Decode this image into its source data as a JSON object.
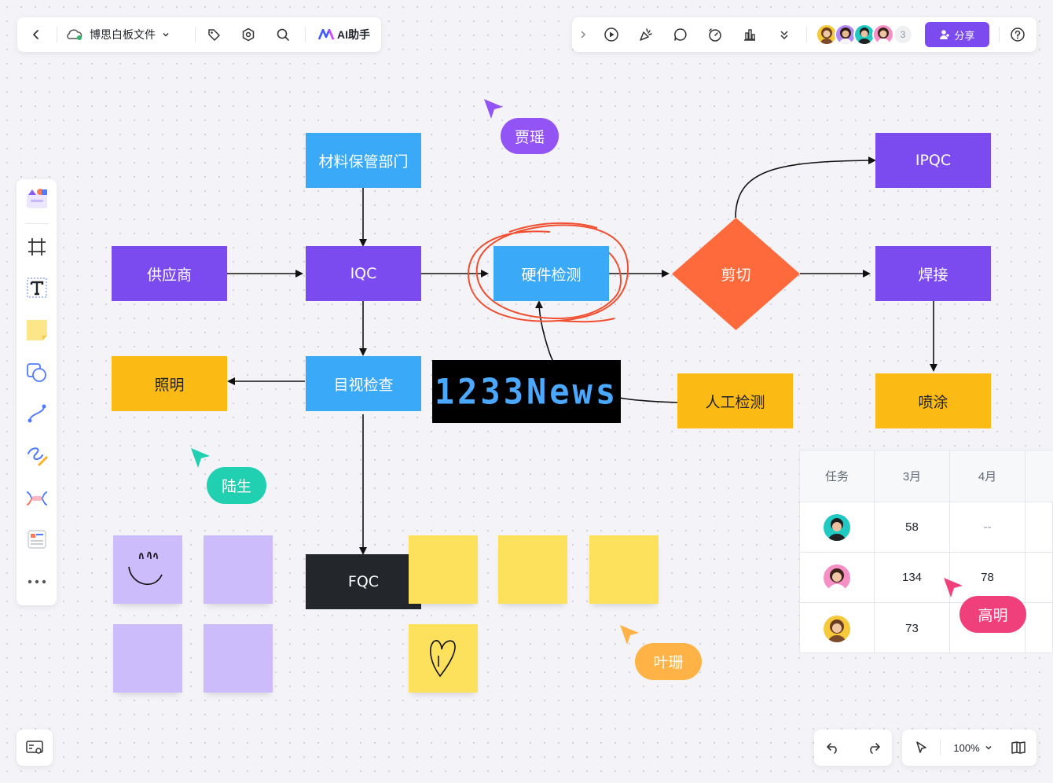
{
  "toolbar_left": {
    "file_name": "博思白板文件",
    "ai_label": "AI助手"
  },
  "toolbar_right": {
    "collaborator_count": "3",
    "share_label": "分享"
  },
  "flow": {
    "materials": "材料保管部门",
    "supplier": "供应商",
    "iqc": "IQC",
    "hardware_check": "硬件检测",
    "cut": "剪切",
    "ipqc": "IPQC",
    "weld": "焊接",
    "lighting": "照明",
    "visual_check": "目视检查",
    "manual_check": "人工检测",
    "spray": "喷涂",
    "fqc": "FQC",
    "news_image_text": "1233News"
  },
  "cursors": {
    "jia_yao": "贾瑶",
    "lu_sheng": "陆生",
    "ye_shan": "叶珊",
    "gao_ming": "高明"
  },
  "table": {
    "headers": [
      "任务",
      "3月",
      "4月"
    ],
    "rows": [
      {
        "avatar": "avatar-man",
        "mar": "58",
        "apr": "--"
      },
      {
        "avatar": "avatar-woman",
        "mar": "134",
        "apr": "78"
      },
      {
        "avatar": "avatar-woman-2",
        "mar": "73",
        "apr": ""
      }
    ]
  },
  "bottom_right": {
    "zoom": "100%"
  },
  "colors": {
    "purple": "#7b4bf0",
    "blue": "#3aa9f7",
    "orange": "#ff6a3d",
    "yellow": "#fbba14",
    "sticky_purple": "#ccbcfb",
    "sticky_yellow": "#fde15c",
    "dark": "#23262b",
    "share": "#7b4bf0"
  }
}
